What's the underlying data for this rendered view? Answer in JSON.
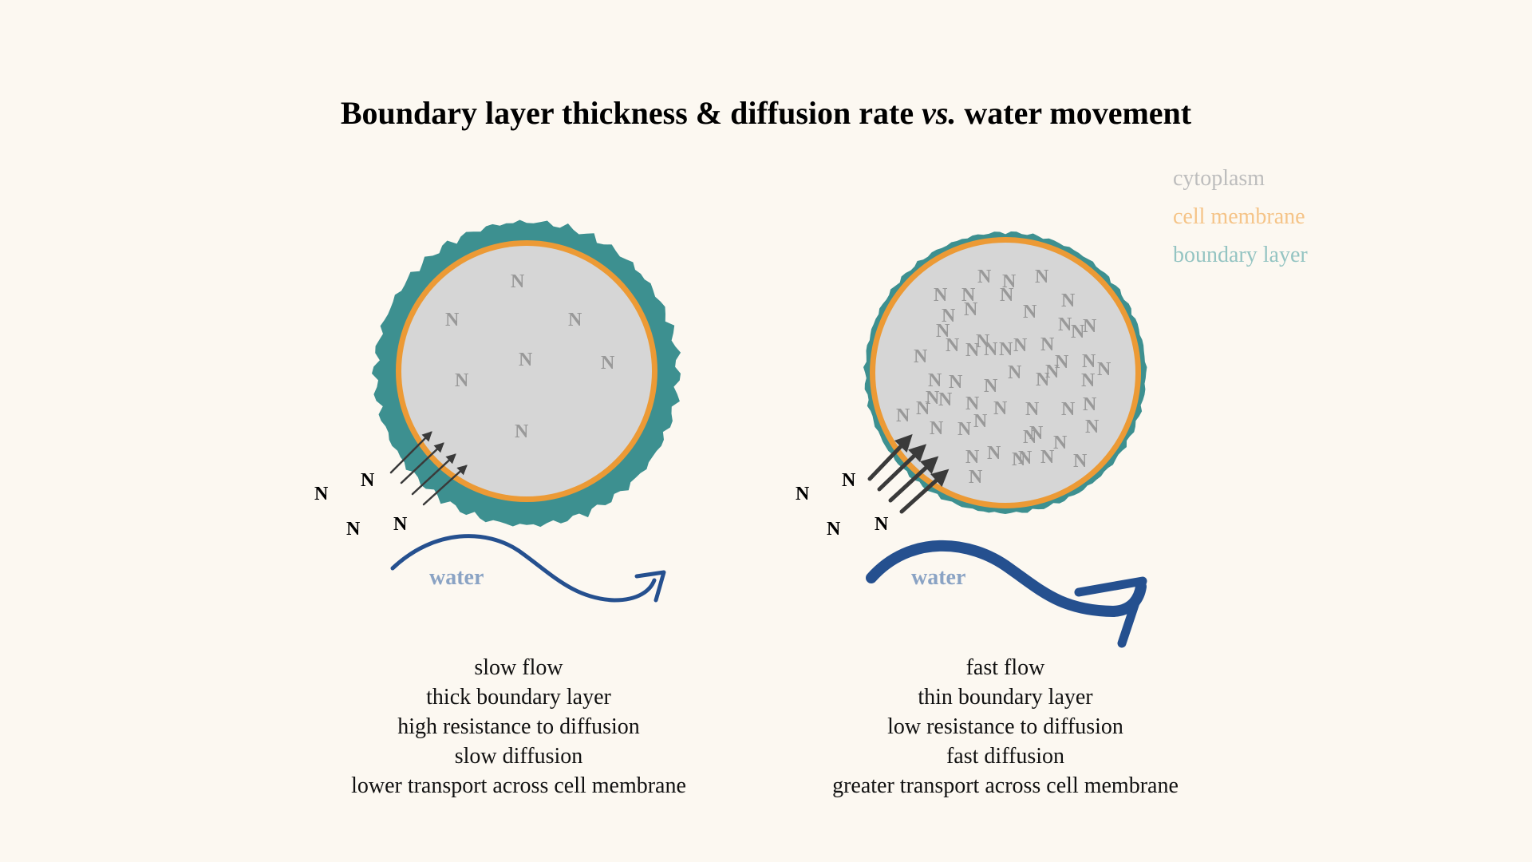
{
  "title": {
    "part1": "Boundary layer thickness & diffusion rate ",
    "italic": "vs.",
    "part2": " water movement"
  },
  "legend": [
    {
      "label": "cytoplasm",
      "color": "#bdbdbd"
    },
    {
      "label": "cell membrane",
      "color": "#f5c488"
    },
    {
      "label": "boundary layer",
      "color": "#94c4c2"
    }
  ],
  "colors": {
    "cytoplasm": "#d6d6d6",
    "membrane": "#ec9a35",
    "boundary": "#3d9090",
    "water_arrow": "#25508f",
    "diffusion_arrow": "#3a3a3a"
  },
  "panels": [
    {
      "id": "slow",
      "water_label": "water",
      "nutrient_symbol": "N",
      "caption": [
        "slow flow",
        "thick boundary layer",
        "high resistance to diffusion",
        "slow diffusion",
        "lower transport across cell membrane"
      ]
    },
    {
      "id": "fast",
      "water_label": "water",
      "nutrient_symbol": "N",
      "caption": [
        "fast flow",
        "thin boundary layer",
        "low resistance to diffusion",
        "fast diffusion",
        "greater transport across cell membrane"
      ]
    }
  ]
}
